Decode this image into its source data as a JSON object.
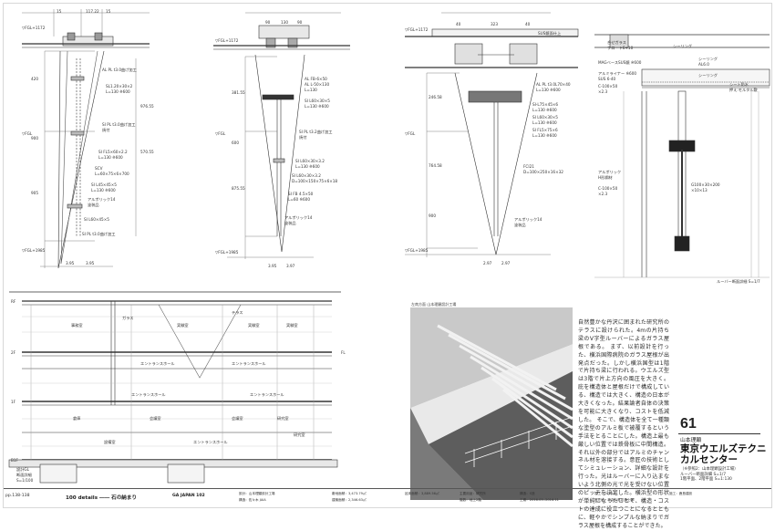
{
  "page": {
    "section_label": "ルーバー断面詳細 S=1/7",
    "photo_caption": "左南方面 山本理顕設計工場"
  },
  "drawings": {
    "d1": {
      "dims_top": [
        "15",
        "117.22",
        "15"
      ],
      "level_top": "▽FGL+1172",
      "level_mid": "▽FGL",
      "level_bot": "▽FGL+1985",
      "base_dims": [
        "3.95",
        "3.95"
      ],
      "notes": [
        "AL PL t3.0曲げ加工",
        "SL1.20×30×2",
        "L=130 ※600",
        "SI PL t3.0曲げ加工",
        "焼付",
        "SI FL5×60×2.2",
        "L=130 ※600",
        "SCV",
        "L=60×75×6×700",
        "SI L45×45×5",
        "L=130 ※600",
        "アルポリック14",
        "塗装品",
        "SI L60×45×5",
        "SI PL t3.0曲げ加工"
      ],
      "side_dims": [
        "420",
        "900",
        "905",
        "976.55",
        "570.55"
      ]
    },
    "d2": {
      "dims_top": [
        "90",
        "130",
        "90"
      ],
      "level_top": "▽FGL+1172",
      "level_mid": "▽FGL",
      "level_bot": "▽FGL+1985",
      "base_dims": [
        "3.95",
        "3.97"
      ],
      "notes": [
        "AL FB-6×50",
        "AL L-50×130",
        "L=130",
        "SI L60×30×5",
        "L=130 ※600",
        "SI PL t3.2曲げ加工",
        "焼付",
        "SI L60×30×3.2",
        "L=130 ※600",
        "SI L60×30×3.2",
        "D=100×150×75×6×18",
        "SI FB 4.5×50",
        "L=60 ※600",
        "アルポリック14",
        "塗装品"
      ],
      "side_dims": [
        "381.55",
        "600",
        "875.55"
      ]
    },
    "d3": {
      "dims_top": [
        "40",
        "323",
        "40"
      ],
      "level_top": "▽FGL+1172",
      "level_mid": "▽FGL",
      "level_bot": "▽FGL+1985",
      "base_dims": [
        "2.97",
        "2.97"
      ],
      "notes": [
        "SUS鏡面仕上",
        "AL PL t3.0L70×40",
        "L=130 ※600",
        "SI-L75×45×6",
        "L=130 ※600",
        "SI L60×30×5",
        "L=130 ※600",
        "SI FL5×75×6",
        "L=130 ※600",
        "FCI21",
        "D=100×250×16×32",
        "アルポリック14",
        "塗装品"
      ],
      "side_dims": [
        "246.58",
        "764.58",
        "900"
      ]
    },
    "d4": {
      "notes": [
        "合せガラス",
        "フロート6+10",
        "シーリング",
        "シーリング",
        "AL6.0",
        "シーリング",
        "MAGベースSUS鏡 ※600",
        "アルミライナー ※600",
        "SUS 6-40",
        "シート防水",
        "押え:モルタル敷",
        "C-100×50",
        "×2.3",
        "C-100×50",
        "×2.3",
        "アルポリック",
        "H形鋼材",
        "G100×30×200",
        "×10×13"
      ],
      "section_label": "ルーバー断面詳細 S=1/7"
    },
    "building_section": {
      "labels": [
        "ガラス",
        "エントランスホール",
        "エントランスホール",
        "エントランスホール",
        "エントランスホール",
        "事務室",
        "実験室",
        "実験室",
        "実験室",
        "倉庫",
        "会議室",
        "会議室",
        "研究室",
        "研究室",
        "設備室",
        "エントランスホール",
        "テラス",
        "RF",
        "2F",
        "1F",
        "B1F",
        "FL",
        "設計GL",
        "断面詳細",
        "S=1/100"
      ]
    }
  },
  "photo": {
    "caption": "左南方面 山本理顕設計工場"
  },
  "article": {
    "body": "自然豊かな丹沢に囲まれた研究所のテラスに設けられた。4mの片持ち梁のV字型ルーバーによるガラス屋根である。\nまず、以前設計を行った、横浜国際病院のガラス屋根が出発点だった。しかし横浜国型は1階で片持ち梁に行われる。ウエルズ型は3階で片上方向の風圧を大きく。庇を構造体と屋根だけで構成している、構造では大きく、構造の日本が大きくなった。結果論者自体の決策を可能に大きくなり、コストを低減した。\nそこで、構造体を全て一種類な塗型のアルミ板で被覆するという手法をとることにした。構造上最も厳しい位置では鉄骨板に中間構造。それ以外の部分ではアルミのチャンネル材を溶接する。意匠の技術としてシミュレーション、詳細な設計を行った。光はルーバーに入り込まないよう北側の光で光を受けない位置のピッチを決定した。横浜型の形状が単純になったことで、構造・コストの達成に役立つことになるとともに、軽やかでシンプルな納まりでガラス屋根を構成することができた。",
    "number": "61",
    "architect": "山本理顕",
    "title": "東京ウエルズテクニカルセンター",
    "subnote": "（※参照2：山本理顕設計工場）\nルーバー断面詳細 S=1/7\n1階平面、2階平面 S=1:130"
  },
  "footer": {
    "page_range": "pp.138-138",
    "series": "100 details ―― 石の納まり",
    "issue": "GA JAPAN 102",
    "cells": [
      "設計：山本理顕設計工場",
      "構造：佐々木 JAIA",
      "敷地面積：3,473.79㎡",
      "建築面積：2,346.63㎡",
      "延床面積：3,889.56㎡",
      "主要用途：研究所",
      "階数：地上2階",
      "構造：S造",
      "工期：2016.03.-2016.11",
      "竣工：2016.11",
      "所在地：神奈川県足柄上郡",
      "施工：鹿島建設"
    ]
  },
  "colors": {
    "ink": "#1a1a1a",
    "line": "#333333",
    "photo_bg": "#8a8a8a"
  }
}
